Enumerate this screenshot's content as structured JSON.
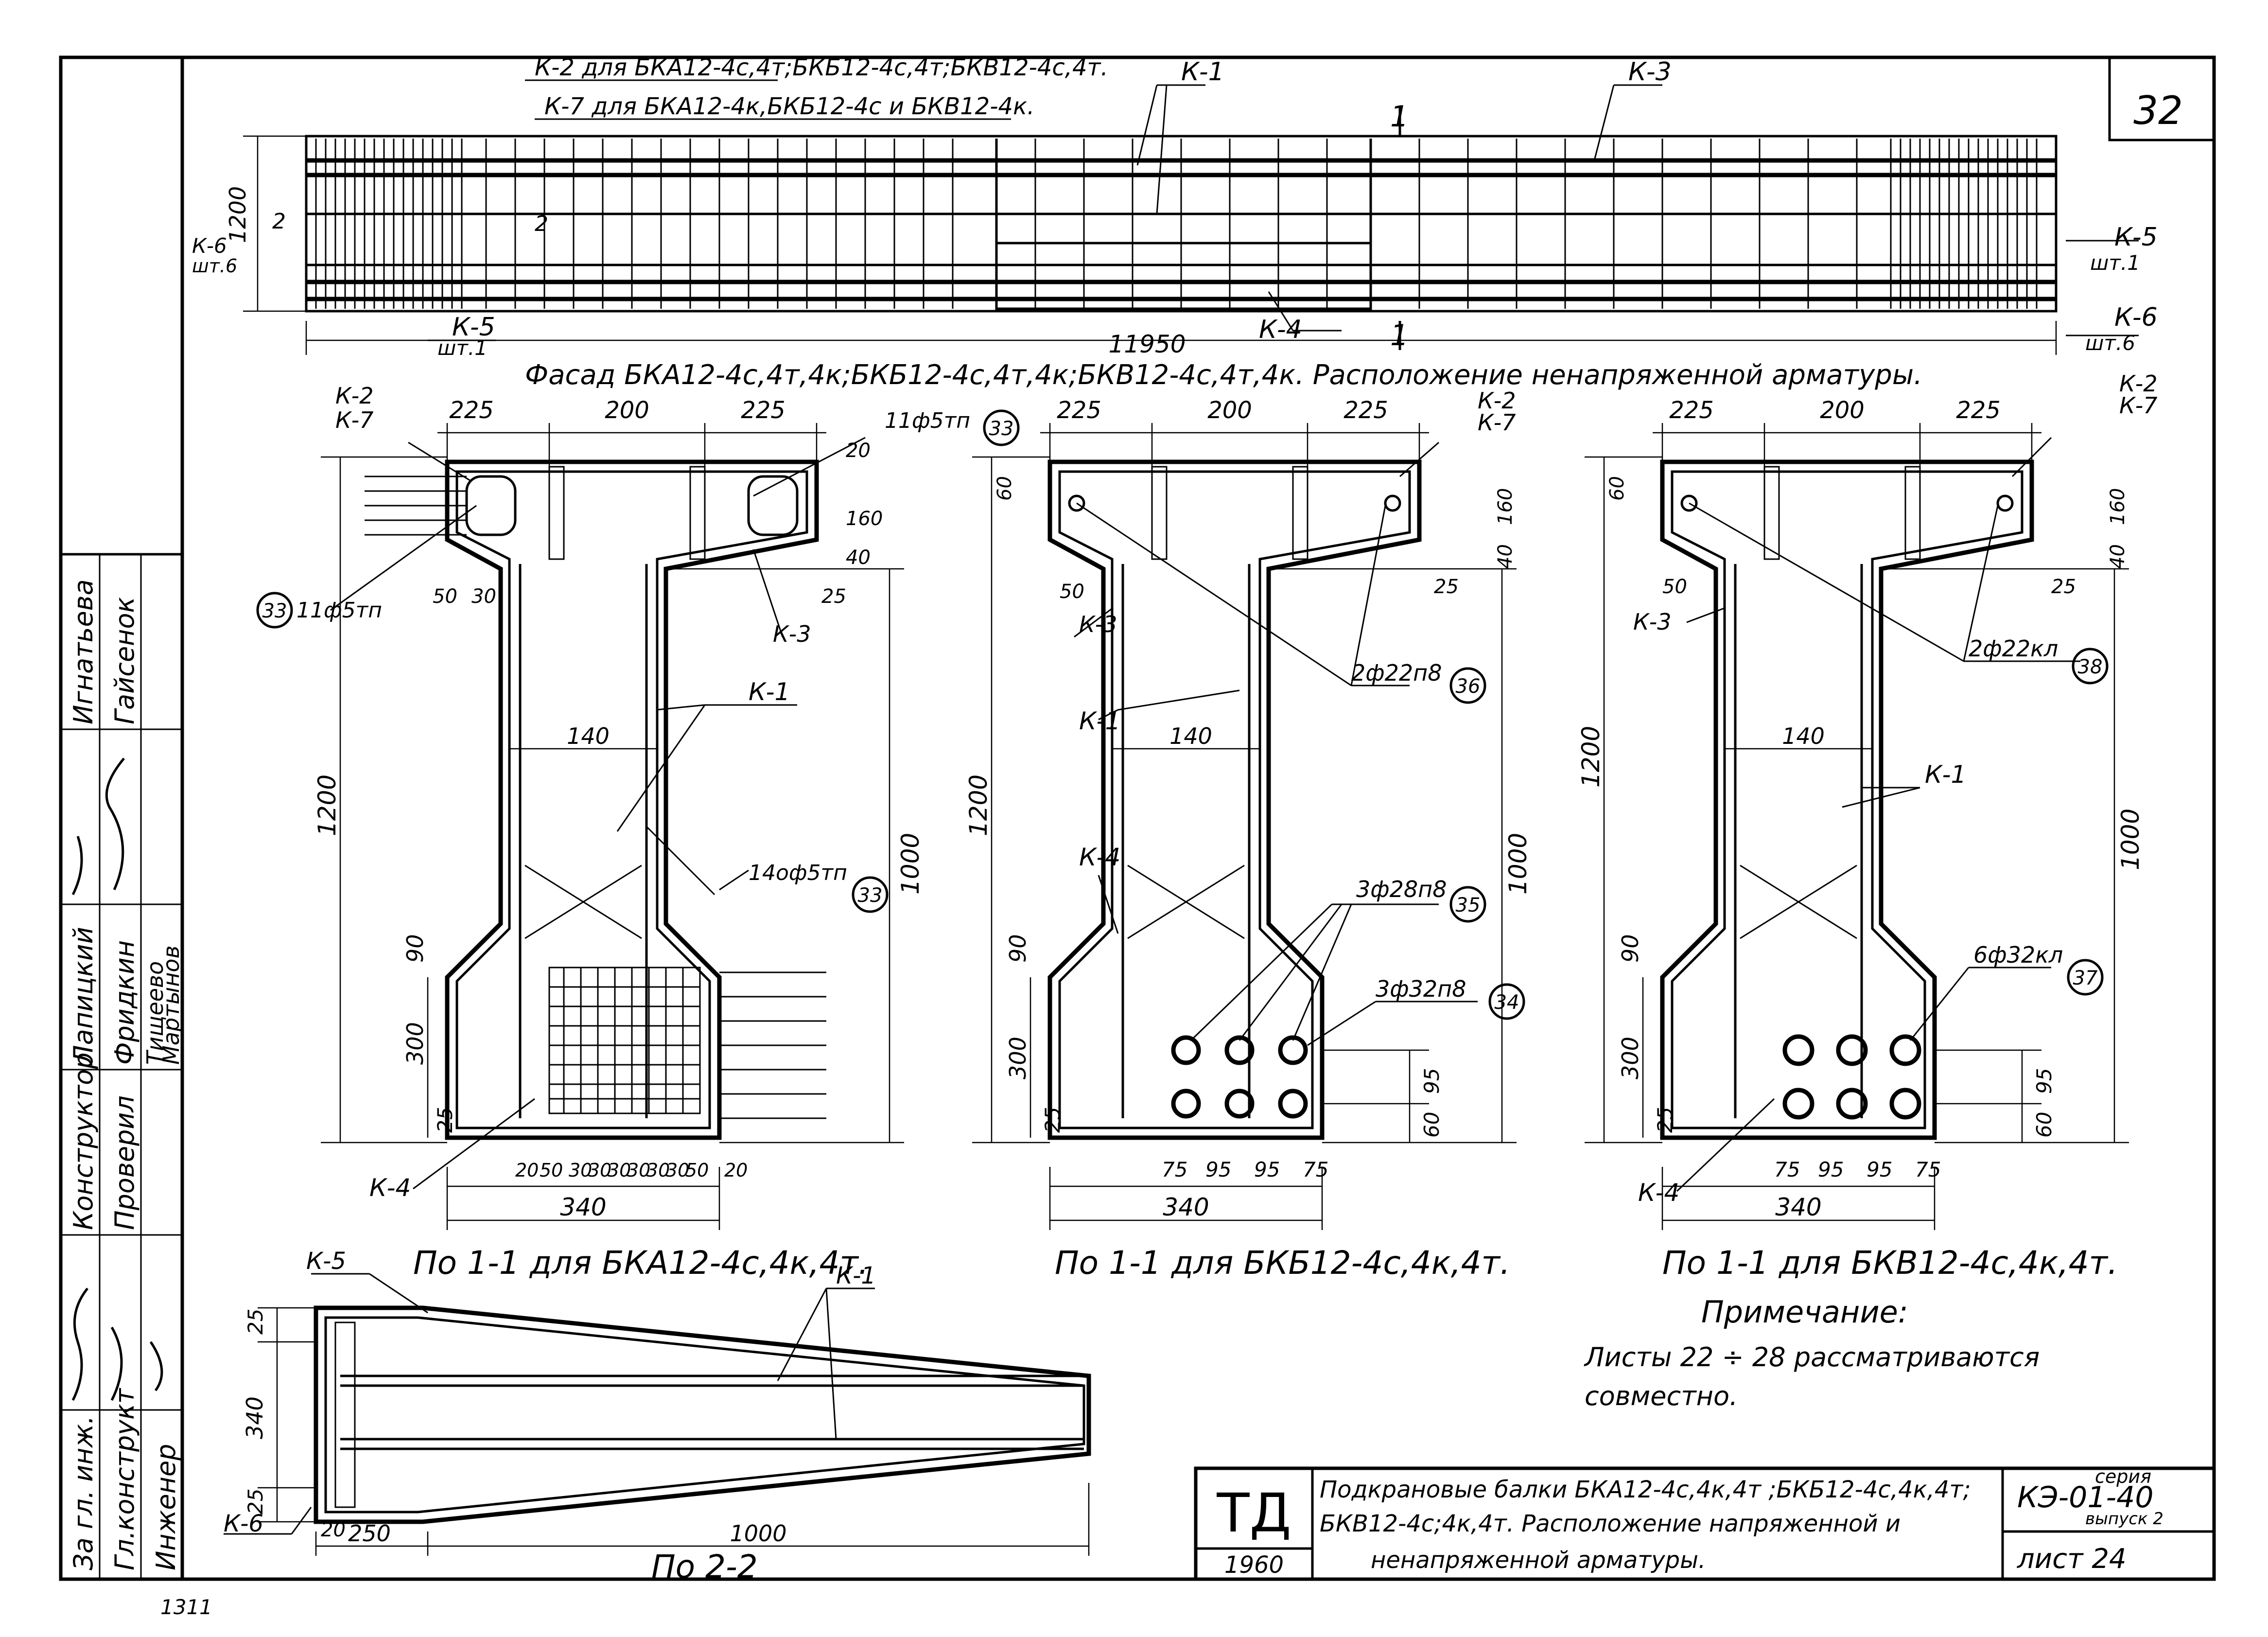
{
  "sheet": {
    "page_number": "32",
    "series_label": "серия",
    "series_code": "КЭ-01-40",
    "issue": "выпуск 2",
    "sheet_label": "лист 24",
    "org_mark": "ТД",
    "year": "1960",
    "title_line1": "Подкрановые балки БКА12-4с,4к,4т ;БКБ12-4с,4к,4т;",
    "title_line2": "БКВ12-4с;4к,4т. Расположение напряженной и",
    "title_line3": "ненапряженной арматуры.",
    "bottom_mark": "1311"
  },
  "stamp": {
    "roles": [
      "Зa гл. инж.",
      "Гл.конструкт",
      "Инженер",
      "Конструктор",
      "Проверил"
    ],
    "names": [
      "Лапицкий",
      "Фридкин",
      "Тищеево",
      "Мартынов",
      "Игнатьева",
      "Гайсенок"
    ]
  },
  "facade": {
    "caption": "Фасад БКА12-4с,4т,4к;БКБ12-4с,4т,4к;БКВ12-4с,4т,4к. Расположение ненапряженной арматуры.",
    "note_k2": "К-2 для БКА12-4с,4т;БКБ12-4с,4т;БКВ12-4с,4т.",
    "note_k7": "К-7 для БКА12-4к,БКБ12-4с и БКВ12-4к.",
    "length": "11950",
    "height": "1200",
    "labels": [
      "К-1",
      "К-3",
      "К-4",
      "К-5",
      "шт.1",
      "К-6",
      "шт.6",
      "2",
      "1"
    ]
  },
  "sections": [
    {
      "caption": "По 1-1 для БКА12-4с,4к,4т.",
      "flange": [
        "225",
        "200",
        "225"
      ],
      "height": "1200",
      "web_height": "1000",
      "web_width": "140",
      "bottom_width": "340",
      "bottom_dims": [
        "20",
        "50",
        "30",
        "30",
        "30",
        "30",
        "30",
        "30",
        "50",
        "20"
      ],
      "side_dims": [
        "90",
        "300",
        "25"
      ],
      "callouts": [
        "11ф5тп",
        "11ф5тп",
        "14оф5тп",
        "К-1",
        "К-2",
        "К-7",
        "К-3",
        "К-4"
      ],
      "marks": [
        "33",
        "33",
        "33"
      ],
      "top_dims": [
        "160",
        "40",
        "25",
        "20",
        "50",
        "30"
      ]
    },
    {
      "caption": "По 1-1 для БКБ12-4с,4к,4т.",
      "flange": [
        "225",
        "200",
        "225"
      ],
      "height": "1200",
      "web_height": "1000",
      "web_width": "140",
      "bottom_width": "340",
      "bottom_dims": [
        "75",
        "95",
        "95",
        "75"
      ],
      "side_dims": [
        "90",
        "300",
        "25",
        "60",
        "95"
      ],
      "callouts": [
        "2ф22п8",
        "3ф28п8",
        "3ф32п8",
        "К-1",
        "К-2",
        "К-7",
        "К-3",
        "К-4"
      ],
      "marks": [
        "36",
        "35",
        "34"
      ],
      "top_dims": [
        "60",
        "160",
        "40",
        "25",
        "50"
      ]
    },
    {
      "caption": "По 1-1 для БКВ12-4с,4к,4т.",
      "flange": [
        "225",
        "200",
        "225"
      ],
      "height": "1200",
      "web_height": "1000",
      "web_width": "140",
      "bottom_width": "340",
      "bottom_dims": [
        "75",
        "95",
        "95",
        "75"
      ],
      "side_dims": [
        "90",
        "300",
        "25",
        "60",
        "95"
      ],
      "callouts": [
        "2ф22кл",
        "6ф32кл",
        "К-1",
        "К-2",
        "К-7",
        "К-3",
        "К-4"
      ],
      "marks": [
        "38",
        "37"
      ],
      "top_dims": [
        "60",
        "160",
        "40",
        "25",
        "50"
      ]
    }
  ],
  "section22": {
    "caption": "По 2-2",
    "dims": [
      "25",
      "340",
      "25",
      "20",
      "250",
      "1000"
    ],
    "labels": [
      "К-5",
      "К-1",
      "К-6"
    ]
  },
  "note": {
    "heading": "Примечание:",
    "line1": "Листы 22 ÷ 28 рассматриваются",
    "line2": "совместно."
  }
}
